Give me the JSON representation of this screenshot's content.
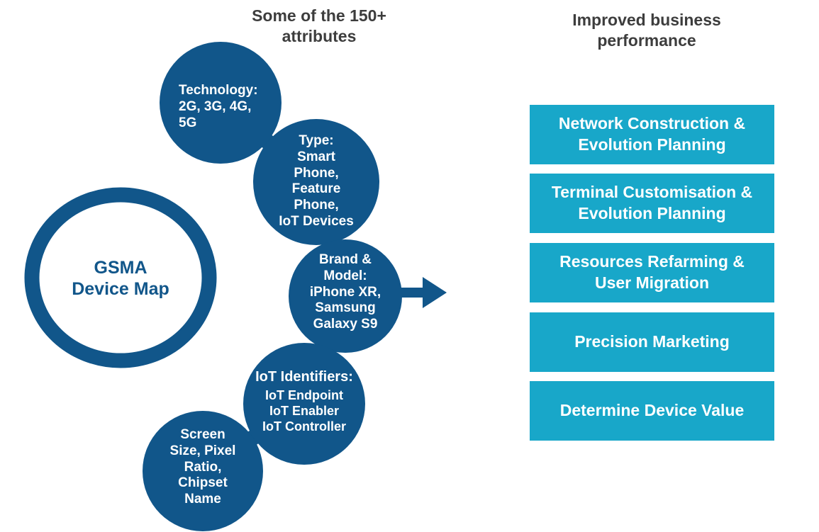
{
  "headings": {
    "attributes": "Some of the 150+\nattributes",
    "business": "Improved business\nperformance"
  },
  "colors": {
    "dark_blue": "#11568A",
    "cyan": "#18A7C9",
    "heading_gray": "#3D3D3D"
  },
  "diagram": {
    "hub_label": "GSMA\nDevice Map",
    "attribute_circles": [
      {
        "name": "technology",
        "label": "Technology:\n2G, 3G, 4G,\n5G"
      },
      {
        "name": "type",
        "label": "Type:\nSmart\nPhone,\nFeature\nPhone,\nIoT Devices"
      },
      {
        "name": "brand-model",
        "label": "Brand &\nModel:\niPhone XR,\nSamsung\nGalaxy S9"
      },
      {
        "name": "iot-identifiers",
        "title": "IoT Identifiers:",
        "label": "IoT Endpoint\nIoT Enabler\nIoT Controller"
      },
      {
        "name": "screen-chipset",
        "label": "Screen\nSize, Pixel\nRatio,\nChipset\nName"
      }
    ]
  },
  "benefits": [
    "Network Construction &\nEvolution Planning",
    "Terminal Customisation &\nEvolution Planning",
    "Resources Refarming &\nUser Migration",
    "Precision Marketing",
    "Determine Device Value"
  ]
}
